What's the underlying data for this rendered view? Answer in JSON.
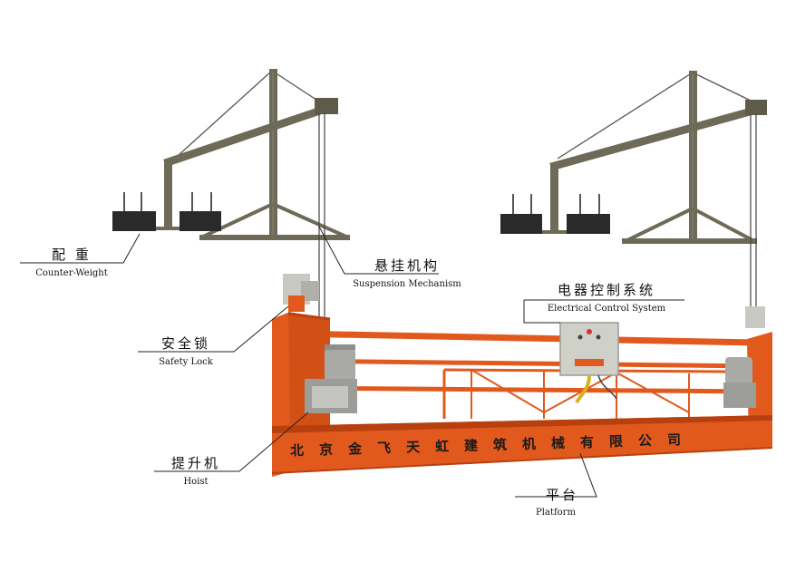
{
  "labels": {
    "counterweight": {
      "zh": "配 重",
      "en": "Counter-Weight"
    },
    "suspension": {
      "zh": "悬挂机构",
      "en": "Suspension Mechanism"
    },
    "electrical": {
      "zh": "电器控制系统",
      "en": "Electrical Control System"
    },
    "safety_lock": {
      "zh": "安全锁",
      "en": "Safety Lock"
    },
    "hoist": {
      "zh": "提升机",
      "en": "Hoist"
    },
    "platform": {
      "zh": "平台",
      "en": "Platform"
    }
  },
  "platform_text": "北京金飞天虹建筑机械有限公司",
  "colors": {
    "platform": "#e2591e",
    "platform_dark": "#b8400f",
    "frame": "#6e6a58",
    "weight": "#2a2a2a",
    "control_box": "#cfd0c8",
    "leader": "#222222"
  }
}
